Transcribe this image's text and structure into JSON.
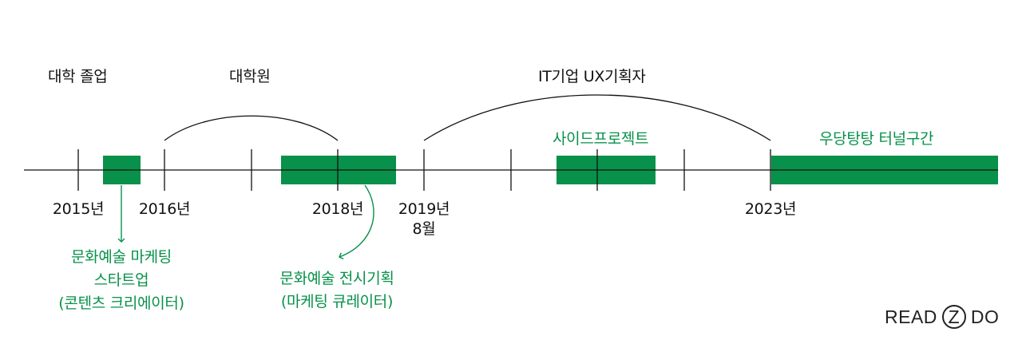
{
  "phases": {
    "graduation": "대학 졸업",
    "grad_school": "대학원",
    "it_ux": "IT기업 UX기획자"
  },
  "bars": {
    "side_project": "사이드프로젝트",
    "turbulence": "우당탕탕 터널구간"
  },
  "years": {
    "y2015": "2015년",
    "y2016": "2016년",
    "y2018": "2018년",
    "y2019": "2019년",
    "y2019_month": "8월",
    "y2023": "2023년"
  },
  "notes": {
    "marketing": [
      "문화예술 마케팅",
      "스타트업",
      "(콘텐츠 크리에이터)"
    ],
    "curation": [
      "문화예술 전시기획",
      "(마케팅 큐레이터)"
    ]
  },
  "logo": {
    "left": "READ",
    "mark": "Z",
    "right": "DO"
  },
  "colors": {
    "accent": "#07914a",
    "line": "#111111"
  }
}
